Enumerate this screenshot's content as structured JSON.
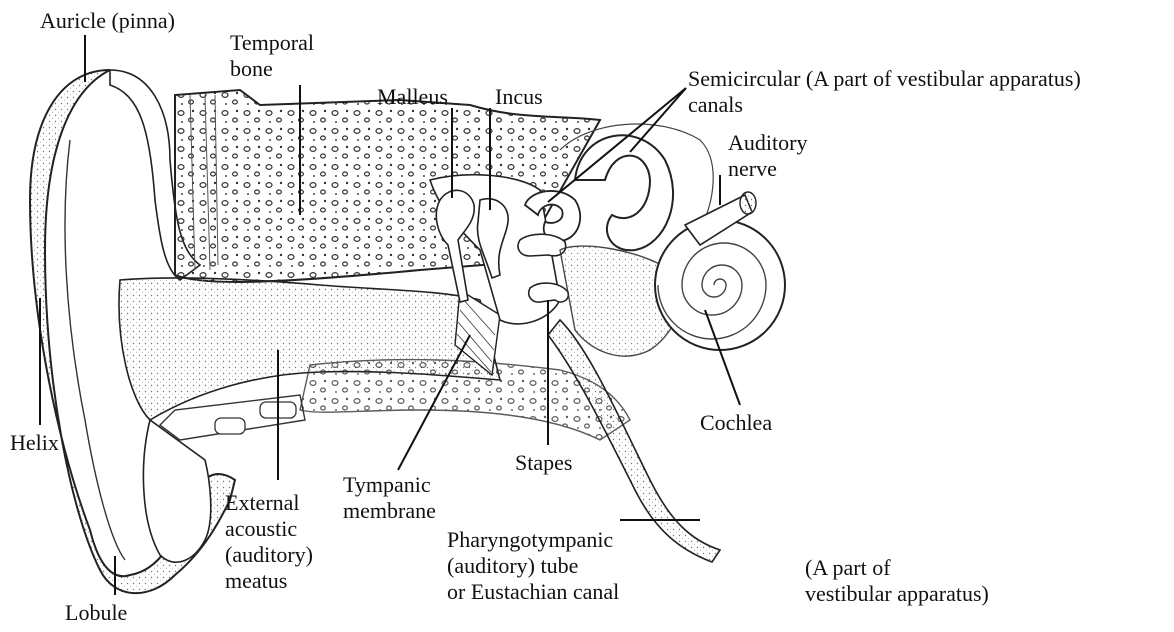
{
  "labels": {
    "auricle": "Auricle (pinna)",
    "temporal_bone": [
      "Temporal",
      "bone"
    ],
    "malleus": "Malleus",
    "incus": "Incus",
    "semicircular": [
      "Semicircular (A part of vestibular apparatus)",
      "canals"
    ],
    "auditory_nerve": [
      "Auditory",
      "nerve"
    ],
    "cochlea": "Cochlea",
    "helix": "Helix",
    "stapes": "Stapes",
    "tympanic": [
      "Tympanic",
      "membrane"
    ],
    "external_meatus": [
      "External",
      "acoustic",
      "(auditory)",
      "meatus"
    ],
    "pharyngotympanic": [
      "Pharyngotympanic",
      "(auditory) tube",
      "or Eustachian canal"
    ],
    "vestibular_note": [
      "(A part of",
      "vestibular apparatus)"
    ],
    "lobule": "Lobule"
  }
}
